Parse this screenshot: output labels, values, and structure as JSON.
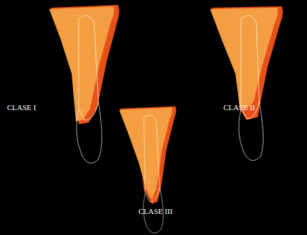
{
  "diagram": {
    "labels": [
      "CLASE I",
      "CLASE II",
      "CLASE III"
    ]
  }
}
